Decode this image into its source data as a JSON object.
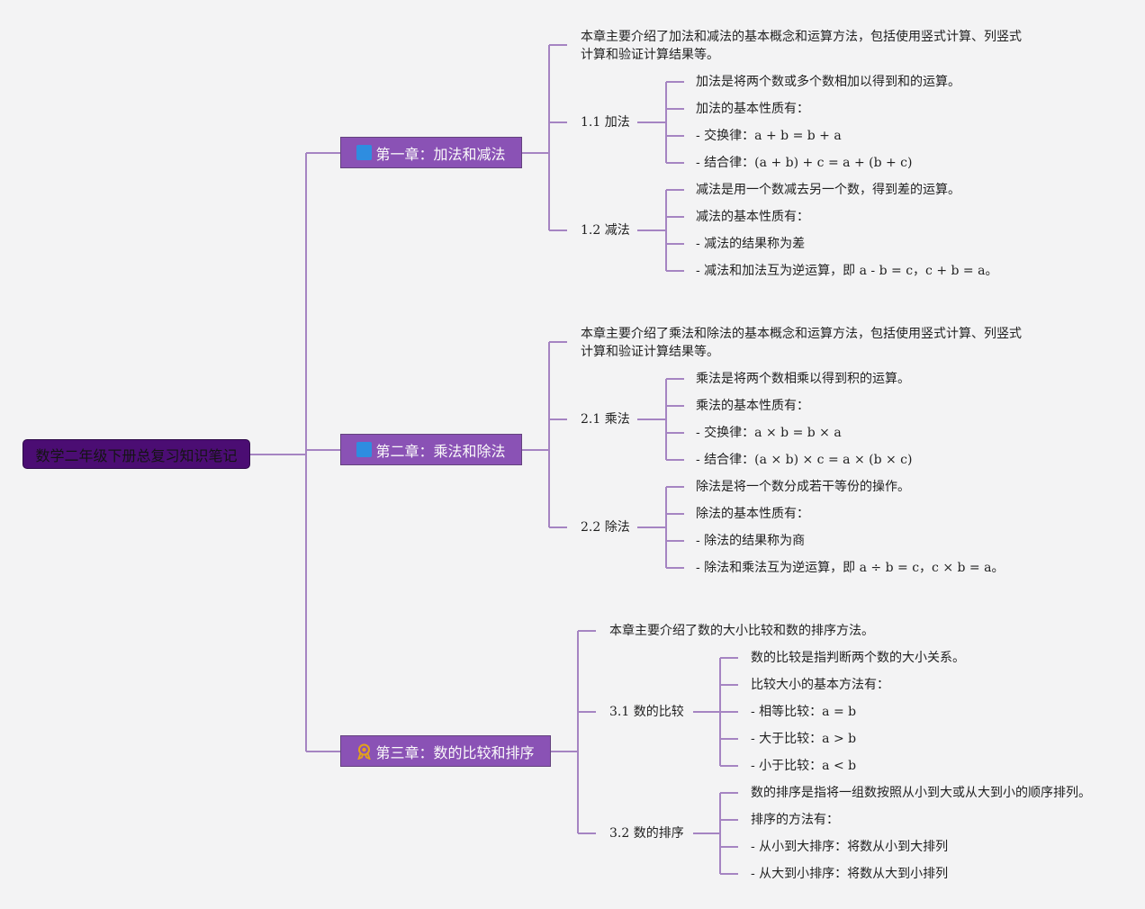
{
  "root": {
    "title": "数学二年级下册总复习知识笔记"
  },
  "chapters": [
    {
      "title": "第一章：加法和减法",
      "icon": "blue-square-icon",
      "summary": "本章主要介绍了加法和减法的基本概念和运算方法，包括使用竖式计算、列竖式计算和验证计算结果等。",
      "sections": [
        {
          "title": "1.1 加法",
          "items": [
            "加法是将两个数或多个数相加以得到和的运算。",
            "加法的基本性质有：",
            "- 交换律：a + b = b + a",
            "- 结合律：(a + b) + c = a + (b + c)"
          ]
        },
        {
          "title": "1.2 减法",
          "items": [
            "减法是用一个数减去另一个数，得到差的运算。",
            "减法的基本性质有：",
            "- 减法的结果称为差",
            "- 减法和加法互为逆运算，即 a - b = c，c + b = a。"
          ]
        }
      ]
    },
    {
      "title": "第二章：乘法和除法",
      "icon": "blue-square-icon",
      "summary": "本章主要介绍了乘法和除法的基本概念和运算方法，包括使用竖式计算、列竖式计算和验证计算结果等。",
      "sections": [
        {
          "title": "2.1 乘法",
          "items": [
            "乘法是将两个数相乘以得到积的运算。",
            "乘法的基本性质有：",
            "- 交换律：a × b = b × a",
            "- 结合律：(a × b) × c = a × (b × c)"
          ]
        },
        {
          "title": "2.2 除法",
          "items": [
            "除法是将一个数分成若干等份的操作。",
            "除法的基本性质有：",
            "- 除法的结果称为商",
            "- 除法和乘法互为逆运算，即 a ÷ b = c，c × b = a。"
          ]
        }
      ]
    },
    {
      "title": "第三章：数的比较和排序",
      "icon": "award-medal-icon",
      "summary": "本章主要介绍了数的大小比较和数的排序方法。",
      "sections": [
        {
          "title": "3.1 数的比较",
          "items": [
            "数的比较是指判断两个数的大小关系。",
            "比较大小的基本方法有：",
            "- 相等比较：a = b",
            "- 大于比较：a > b",
            "- 小于比较：a < b"
          ]
        },
        {
          "title": "3.2 数的排序",
          "items": [
            "数的排序是指将一组数按照从小到大或从大到小的顺序排列。",
            "排序的方法有：",
            "- 从小到大排序：将数从小到大排列",
            "- 从大到小排序：将数从大到小排列"
          ]
        }
      ]
    }
  ],
  "colors": {
    "root_fill": "#4b0d73",
    "chapter_fill": "#8a52b5",
    "connector": "#a584c2",
    "icon_blue": "#2e8de0",
    "icon_gold": "#e3a21a"
  }
}
